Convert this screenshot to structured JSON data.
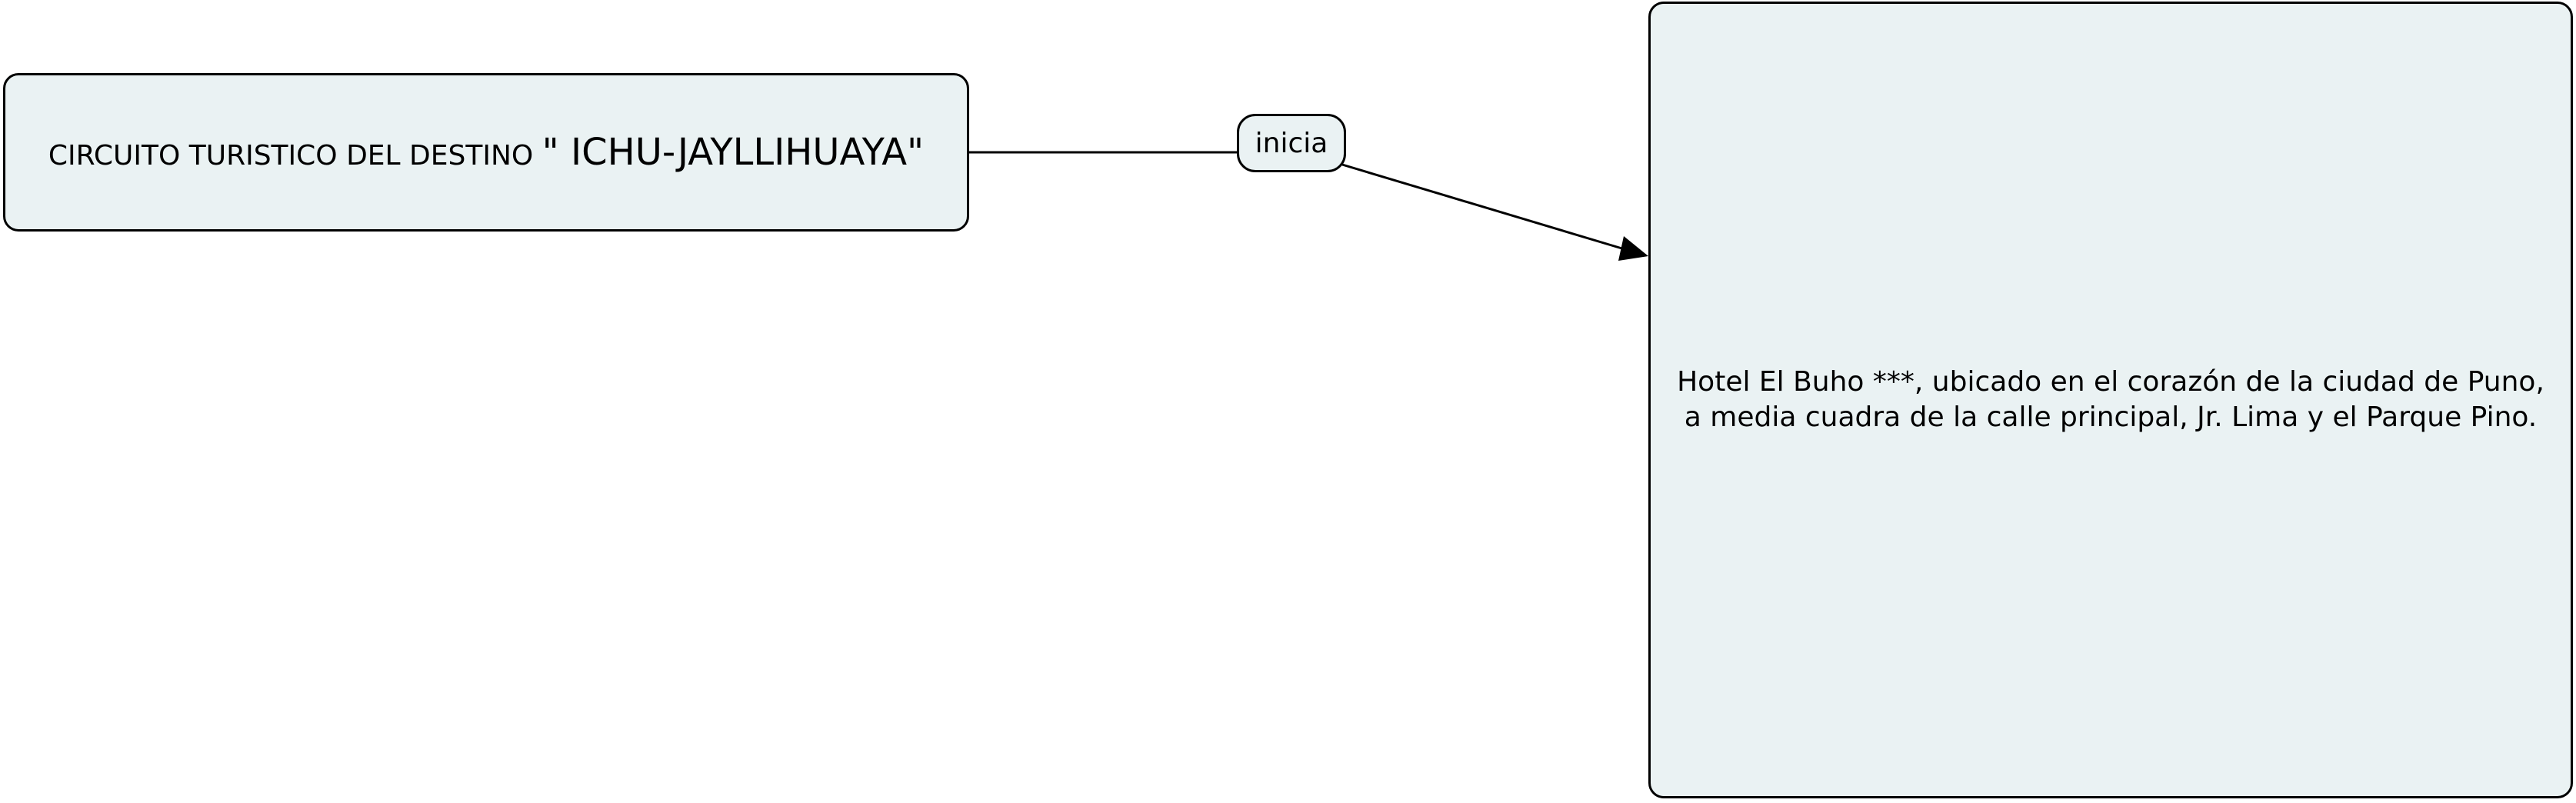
{
  "concept_map": {
    "source_node": {
      "prefix": "CIRCUITO TURISTICO DEL DESTINO ",
      "name": "\" ICHU-JAYLLIHUAYA\""
    },
    "link_label": "inicia",
    "target_node": {
      "line1": "Hotel El Buho ***, ubicado en el corazón de la ciudad de Puno,",
      "line2": "a media cuadra de la calle principal, Jr. Lima y el Parque Pino."
    }
  },
  "colors": {
    "node_fill": "#eaf2f3",
    "stroke": "#000000",
    "background": "#ffffff"
  }
}
